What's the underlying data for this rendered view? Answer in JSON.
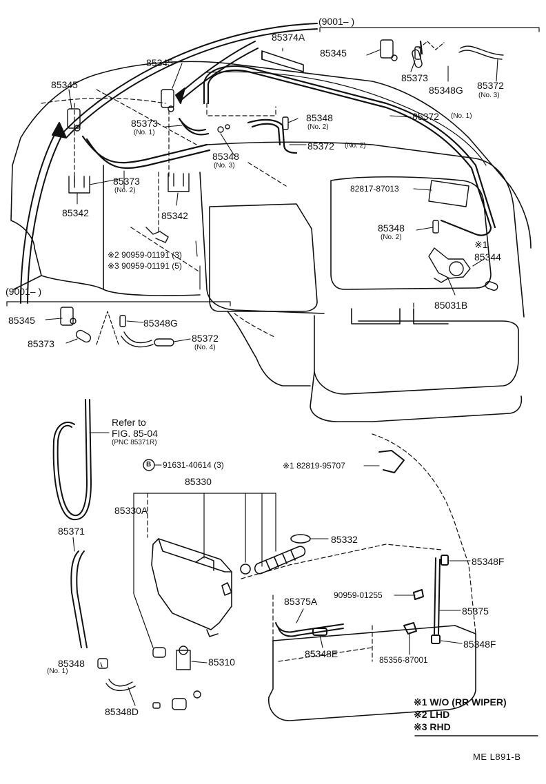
{
  "labels": {
    "p85374A": "85374A",
    "p85345_top": "85345",
    "p85345_left": "85345",
    "p85345_r": "85345",
    "p85373_r": "85373",
    "p85348G_r": "85348G",
    "p85372_r": "85372",
    "no3_r": "(No. 3)",
    "range_top": "(9001–        )",
    "range_left": "(9001–        )",
    "p85373_no1": "85373",
    "no1_a": "(No. 1)",
    "p85348_no2a": "85348",
    "no2_a": "(No. 2)",
    "p85372_no1": "85372",
    "no1_b": "(No. 1)",
    "p85372_no2": "85372",
    "no2_b": "(No. 2)",
    "p85348_no3": "85348",
    "no3_a": "(No. 3)",
    "p85373_no2": "85373",
    "no2_c": "(No. 2)",
    "p85342_l": "85342",
    "p85342_r": "85342",
    "p82817": "82817-87013",
    "p85348_no2b": "85348",
    "no2_d": "(No. 2)",
    "mark1": "※1",
    "p85344": "85344",
    "p85031B": "85031B",
    "clip2": "※2  90959-01191 (3)",
    "clip3": "※3  90959-01191 (5)",
    "l85345": "85345",
    "l85348G": "85348G",
    "l85373": "85373",
    "l85372": "85372",
    "l_no4": "(No. 4)",
    "refer1": "Refer to",
    "refer2": "FIG. 85-04",
    "refer3": "(PNC 85371R)",
    "bolt_b": "B",
    "p91631": "91631-40614 (3)",
    "p82819": "※1  82819-95707",
    "p85330": "85330",
    "p85330A": "85330A",
    "p85371": "85371",
    "p85332": "85332",
    "p85348F_a": "85348F",
    "p90959_01255": "90959-01255",
    "p85375A": "85375A",
    "p85375": "85375",
    "p85348E": "85348E",
    "p85348F_b": "85348F",
    "p85356": "85356-87001",
    "p85348_no1": "85348",
    "no1_c": "(No. 1)",
    "p85310": "85310",
    "p85348D": "85348D"
  },
  "notes": {
    "n1": "※1 W/O (RR  WIPER)",
    "n2": "※2 LHD",
    "n3": "※3 RHD"
  },
  "code": "ME  L891-B"
}
